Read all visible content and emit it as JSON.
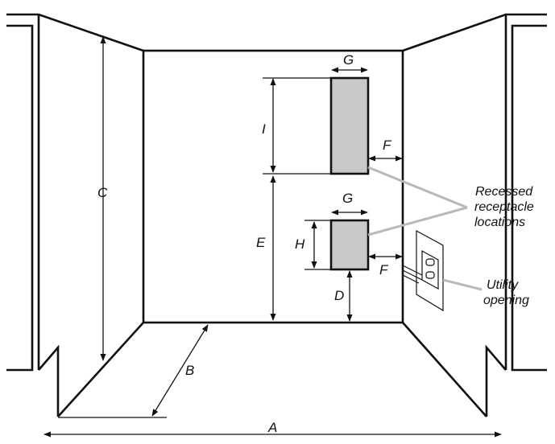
{
  "dimension_labels": {
    "a": "A",
    "b": "B",
    "c": "C",
    "d": "D",
    "e": "E",
    "f_upper": "F",
    "f_lower": "F",
    "g_upper": "G",
    "g_lower": "G",
    "h": "H",
    "i": "I"
  },
  "callouts": {
    "recessed_line1": "Recessed",
    "recessed_line2": "receptacle",
    "recessed_line3": "locations",
    "utility_line1": "Utility",
    "utility_line2": "opening"
  },
  "colors": {
    "line": "#111111",
    "receptacle_fill": "#c8c8c8",
    "leader": "#b9b9b9"
  }
}
